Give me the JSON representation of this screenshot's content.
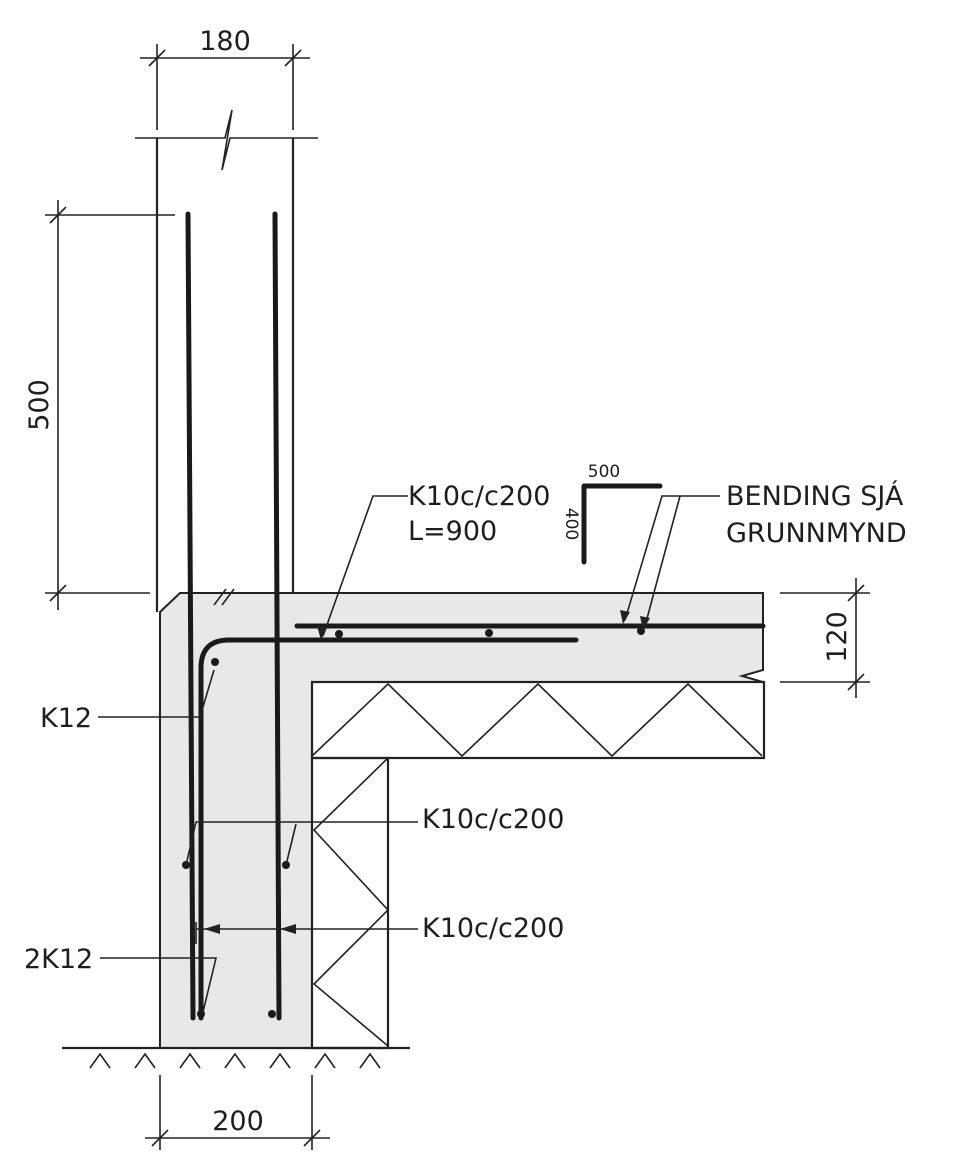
{
  "dimensions": {
    "wall_top_width": "180",
    "upstand_height": "500",
    "slab_thickness": "120",
    "footing_width": "200"
  },
  "labels": {
    "slab_bar_top": "K10c/c200",
    "slab_bar_length": "L=900",
    "bend_dim_horizontal": "500",
    "bend_dim_vertical": "400",
    "bending_note_line1": "BENDING SJÁ",
    "bending_note_line2": "GRUNNMYND",
    "corner_bar": "K12",
    "wall_bar_upper": "K10c/c200",
    "wall_bar_lower": "K10c/c200",
    "bottom_bars": "2K12"
  },
  "colors": {
    "line": "#222222",
    "concrete_fill": "#e8e8e8",
    "rebar": "#1a1a1a"
  }
}
